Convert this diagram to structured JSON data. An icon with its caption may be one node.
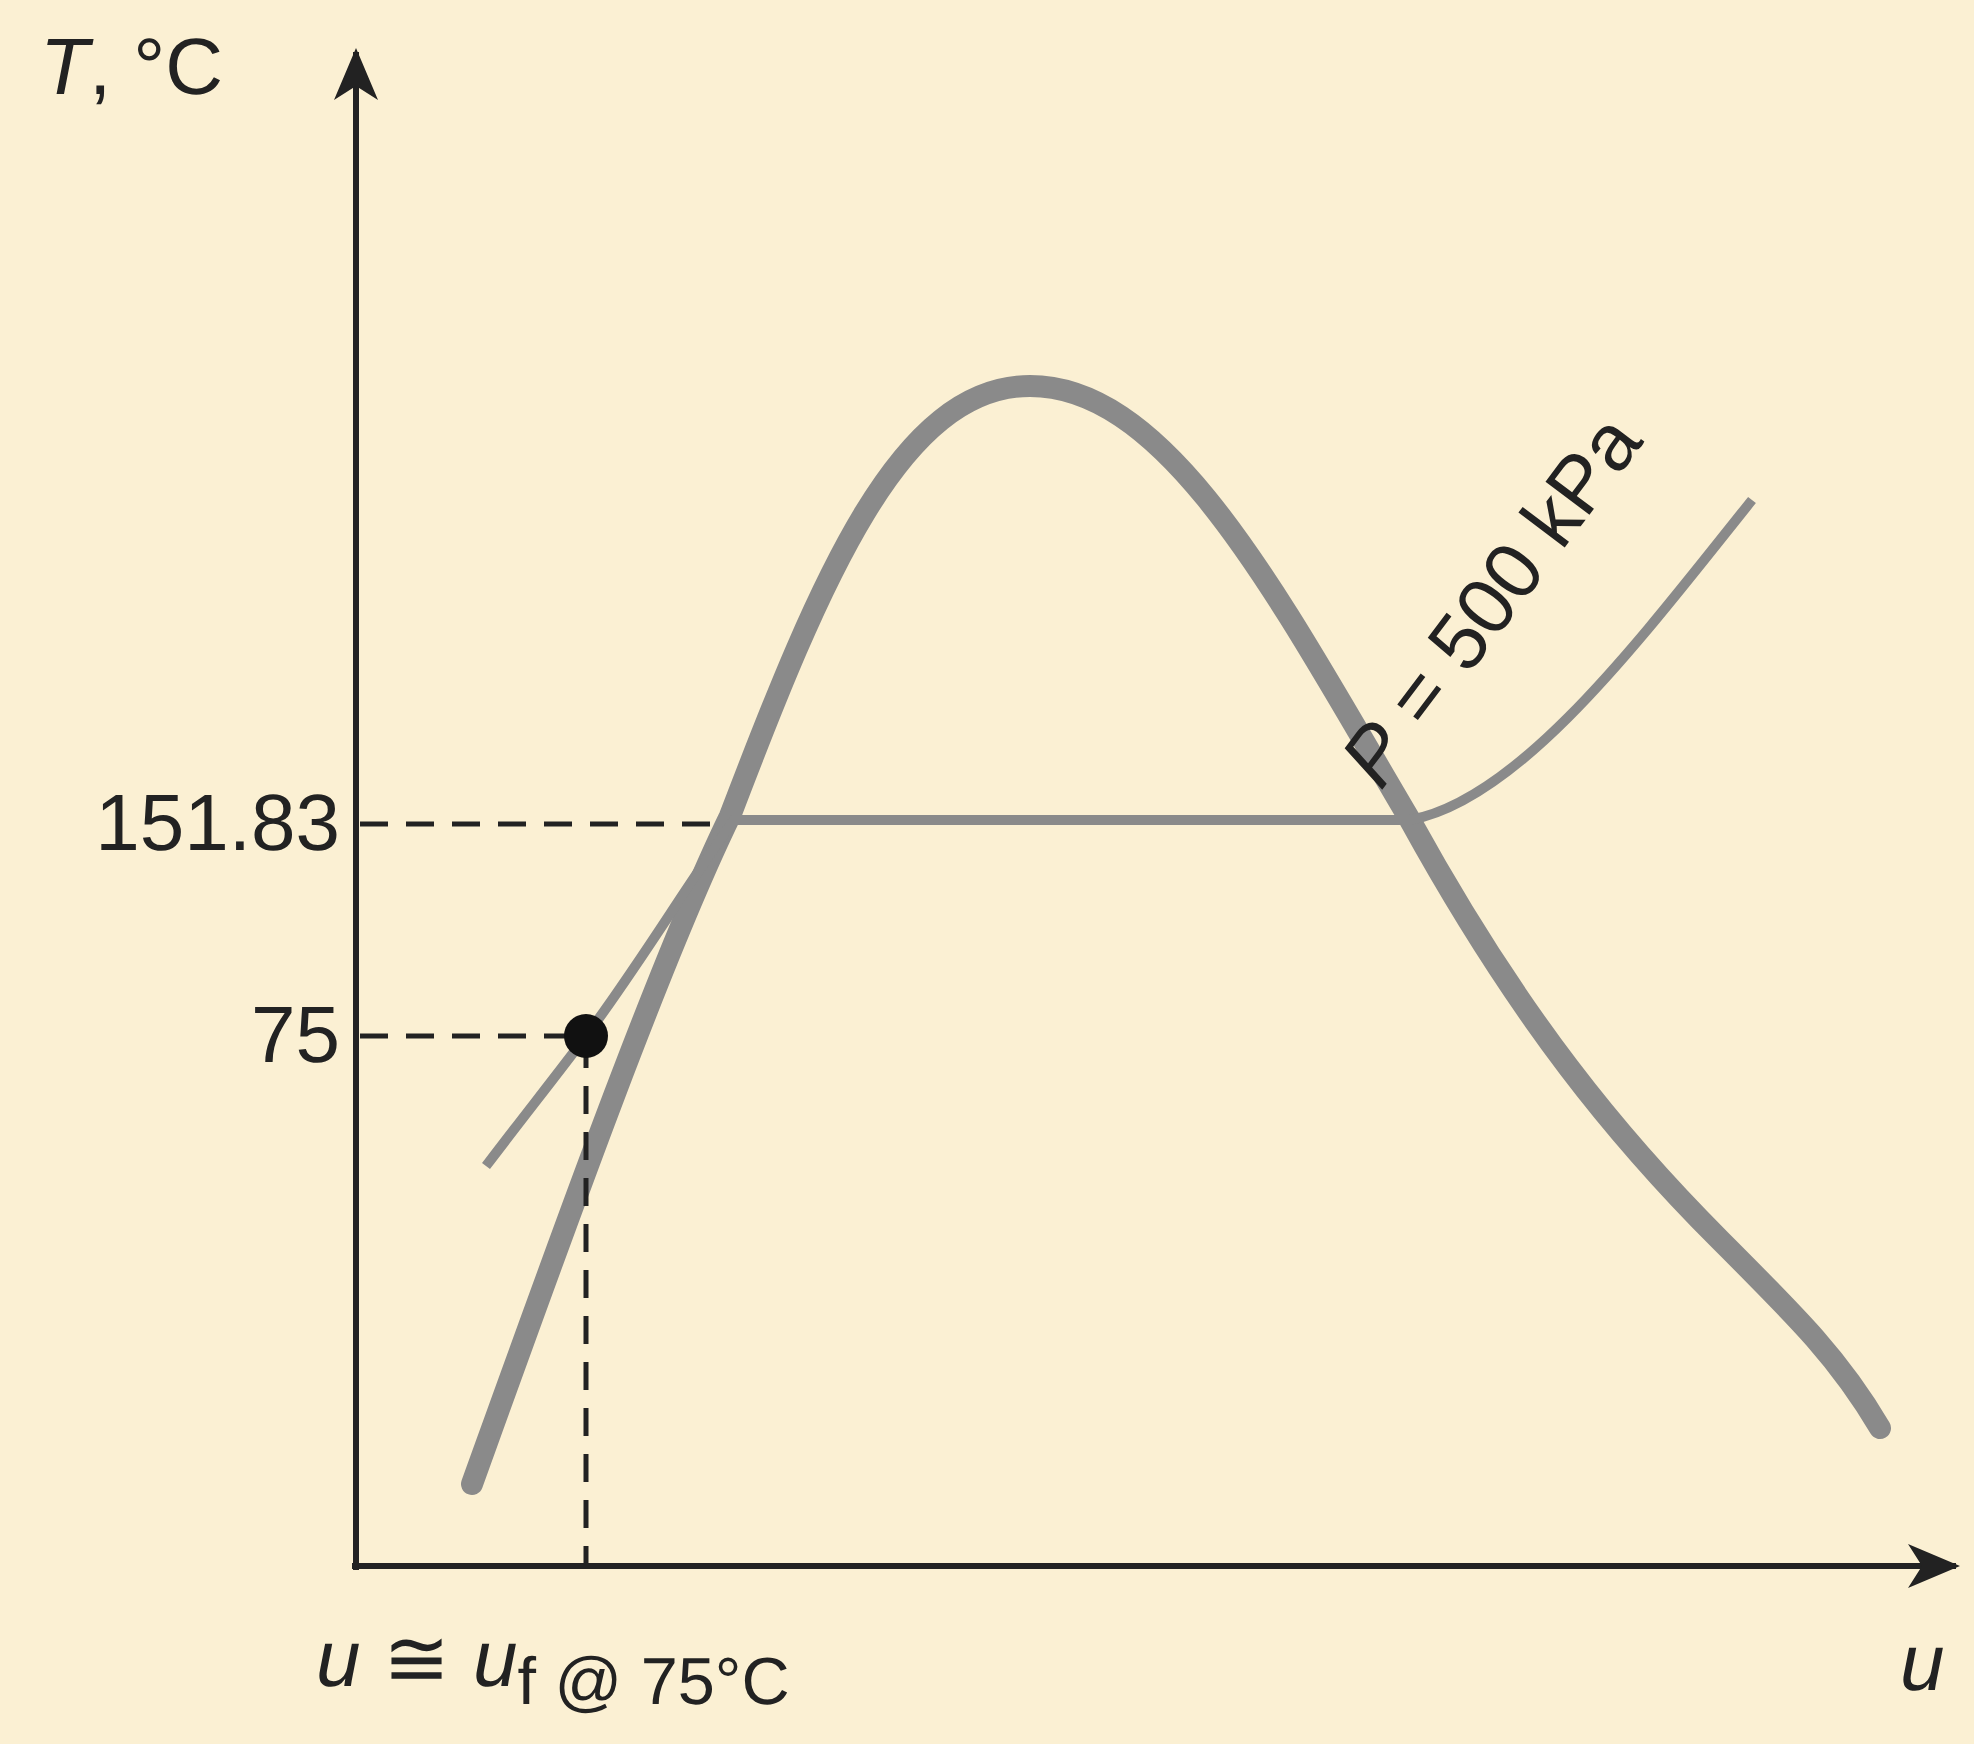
{
  "diagram": {
    "labels": [
      "*T*, °C",
      "151.83",
      "75",
      "*u* ≅ *u*$_{f @ 75°C}$",
      "u",
      "*P* = 500 kPa"
    ]
  }
}
